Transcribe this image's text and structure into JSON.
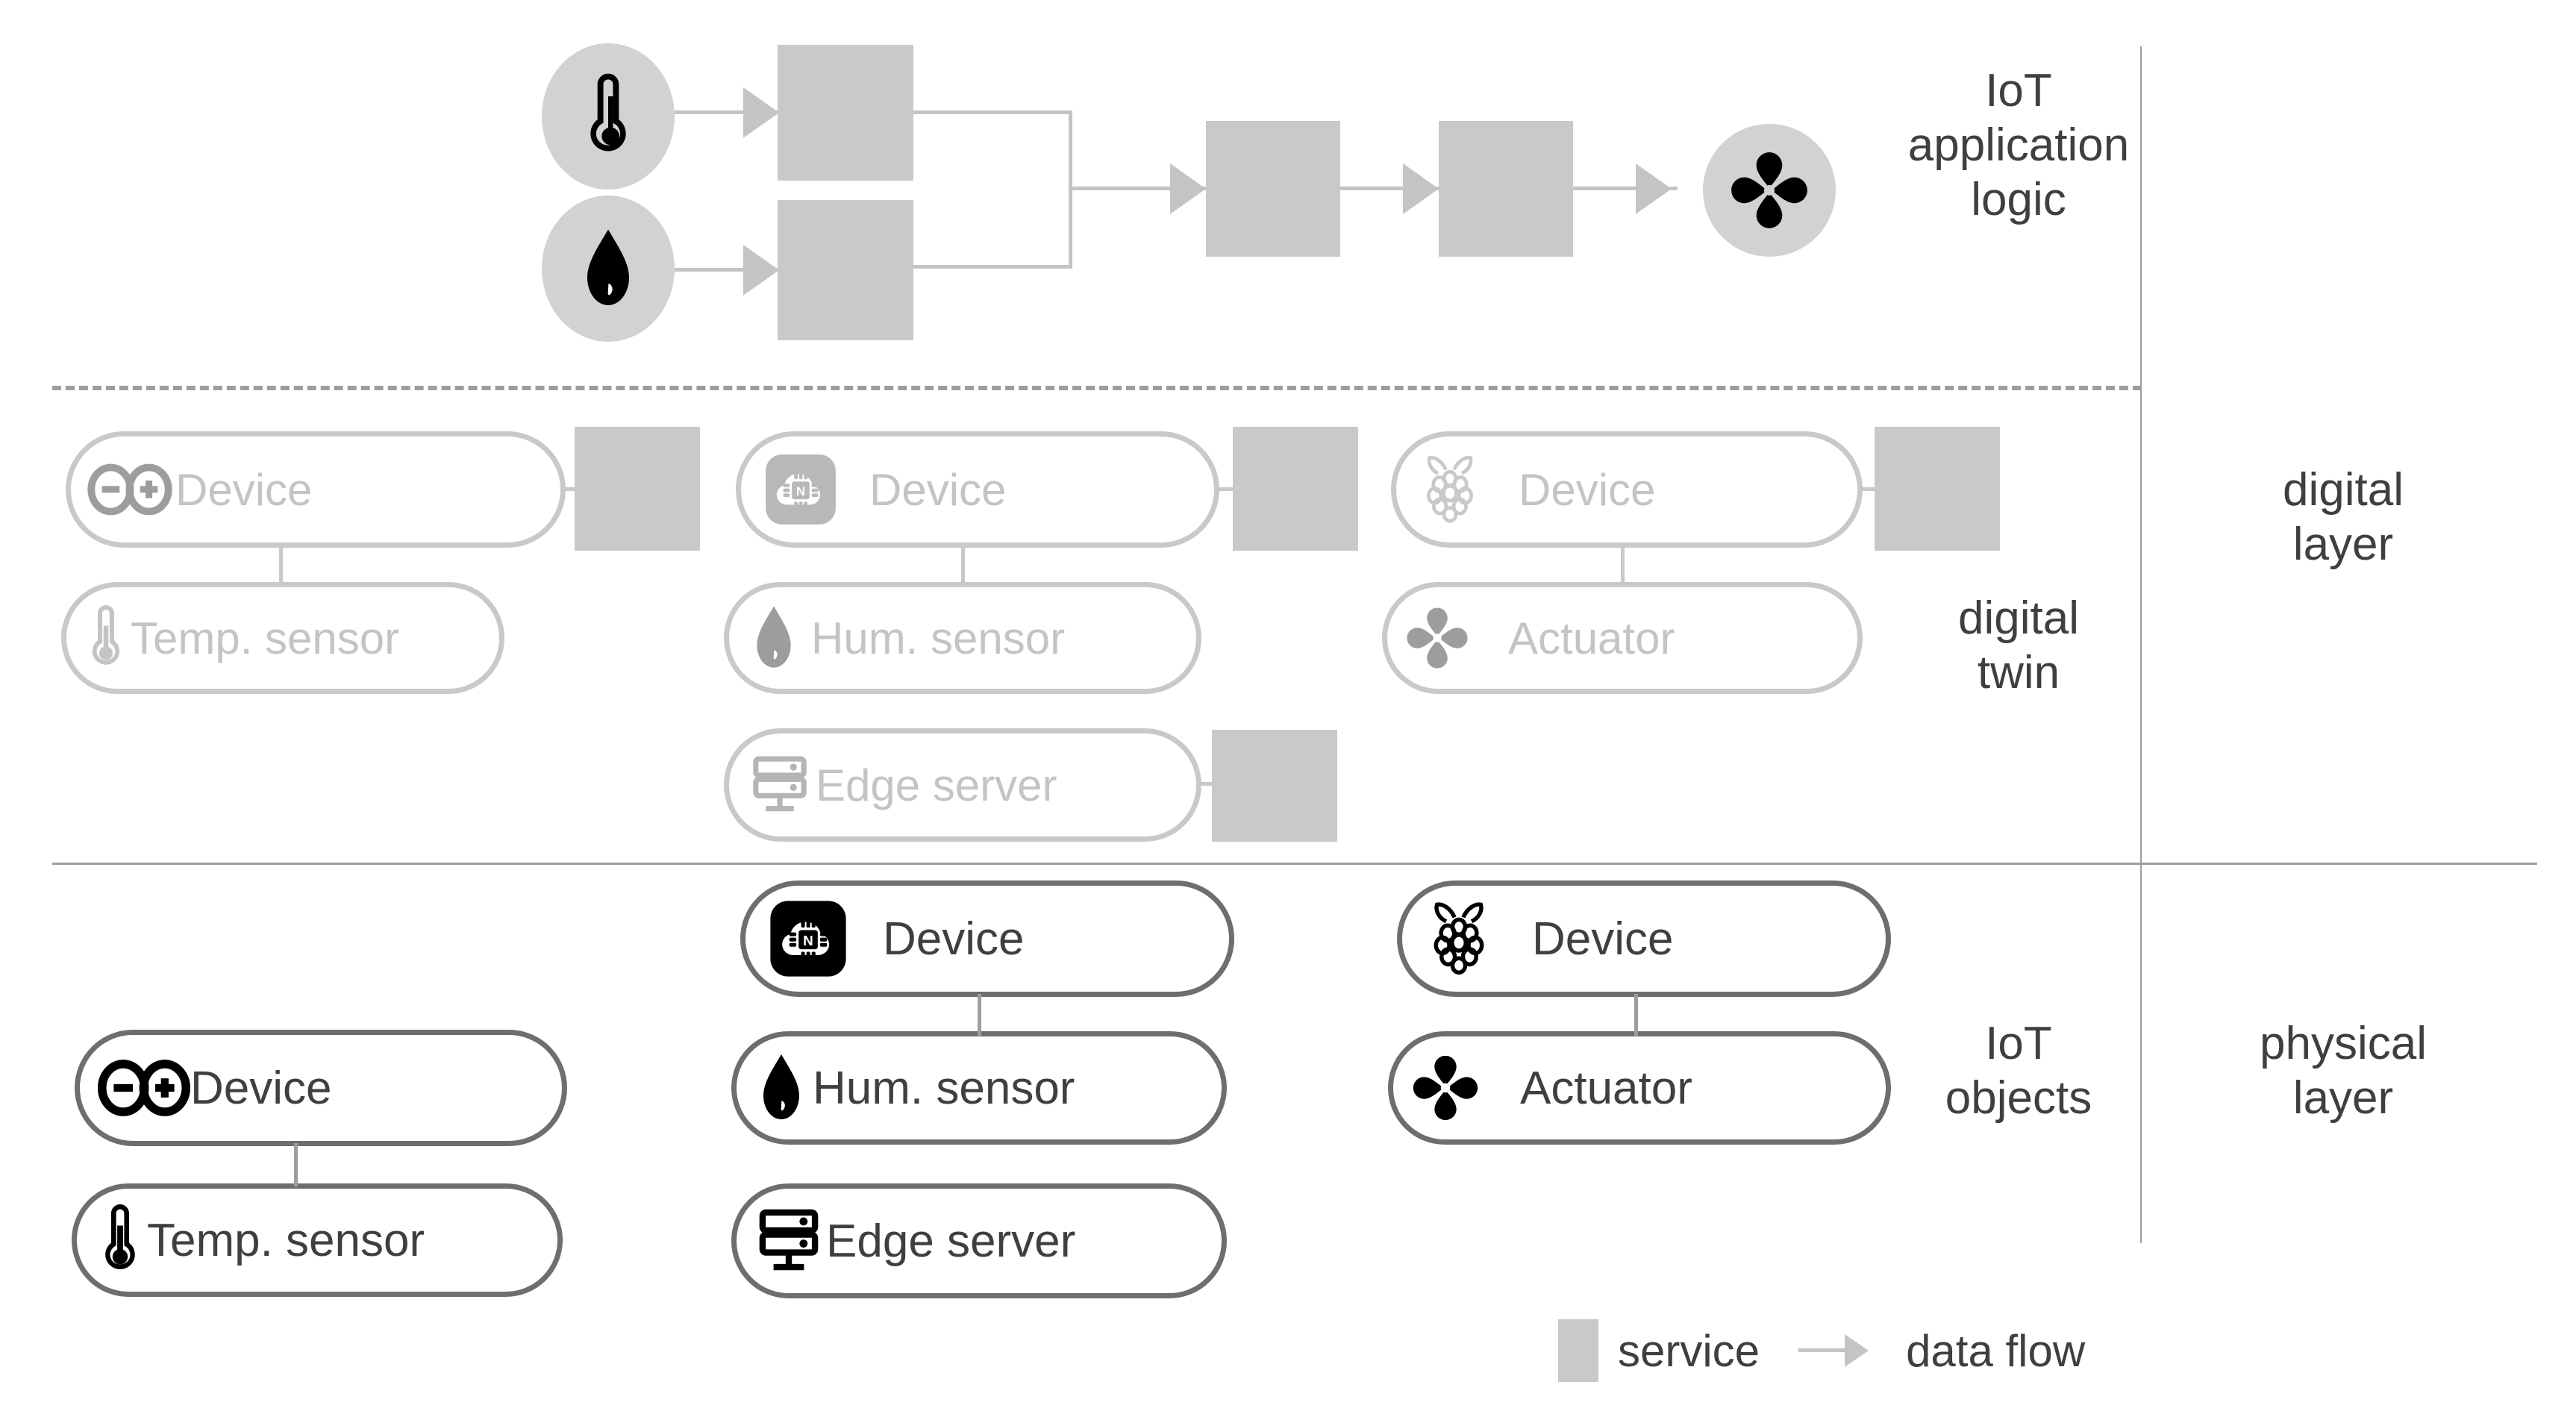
{
  "diagram": {
    "title": "IoT digital twin layered architecture",
    "colors": {
      "service_fill": "#c9c9c9",
      "connector": "#c4c4c4",
      "node_border": "#6e6e6e",
      "ghost_border": "#c9c9c9",
      "text": "#3f3f3f",
      "ghost_text": "#c4c4c4",
      "icon_black": "#000000",
      "icon_circle_bg": "#d2d2d2",
      "divider": "#9d9d9d"
    }
  },
  "side_labels": {
    "inner": [
      {
        "lines": [
          "IoT",
          "application",
          "logic"
        ]
      },
      {
        "lines": [
          "digital",
          "twin"
        ]
      },
      {
        "lines": [
          "IoT",
          "objects"
        ]
      }
    ],
    "outer": [
      {
        "lines": [
          "digital",
          "layer"
        ]
      },
      {
        "lines": [
          "physical",
          "layer"
        ]
      }
    ]
  },
  "app_logic_layer": {
    "sources": [
      {
        "icon": "thermometer-icon",
        "name": "temperature-source"
      },
      {
        "icon": "water-drop-icon",
        "name": "humidity-source"
      }
    ],
    "services": [
      {
        "name": "service-box-temp"
      },
      {
        "name": "service-box-hum"
      },
      {
        "name": "service-box-merge"
      },
      {
        "name": "service-box-decide"
      }
    ],
    "sink": {
      "icon": "fan-icon",
      "name": "actuator-sink"
    }
  },
  "digital_layer": {
    "groups": [
      {
        "name": "group-arduino",
        "nodes": [
          {
            "label": "Device",
            "icon": "arduino-infinity-icon",
            "has_service": true
          },
          {
            "label": "Temp. sensor",
            "icon": "thermometer-icon",
            "has_service": false
          }
        ]
      },
      {
        "name": "group-chip",
        "nodes": [
          {
            "label": "Device",
            "icon": "chip-cloud-icon",
            "has_service": true
          },
          {
            "label": "Hum. sensor",
            "icon": "water-drop-icon",
            "has_service": false
          },
          {
            "label": "Edge server",
            "icon": "server-icon",
            "has_service": true
          }
        ]
      },
      {
        "name": "group-raspberrypi",
        "nodes": [
          {
            "label": "Device",
            "icon": "raspberry-pi-icon",
            "has_service": true
          },
          {
            "label": "Actuator",
            "icon": "fan-icon",
            "has_service": false
          }
        ]
      }
    ]
  },
  "physical_layer": {
    "groups": [
      {
        "name": "group-arduino",
        "nodes": [
          {
            "label": "Device",
            "icon": "arduino-infinity-icon"
          },
          {
            "label": "Temp. sensor",
            "icon": "thermometer-icon"
          }
        ]
      },
      {
        "name": "group-chip",
        "nodes": [
          {
            "label": "Device",
            "icon": "chip-cloud-icon"
          },
          {
            "label": "Hum. sensor",
            "icon": "water-drop-icon"
          },
          {
            "label": "Edge server",
            "icon": "server-icon"
          }
        ]
      },
      {
        "name": "group-raspberrypi",
        "nodes": [
          {
            "label": "Device",
            "icon": "raspberry-pi-icon"
          },
          {
            "label": "Actuator",
            "icon": "fan-icon"
          }
        ]
      }
    ]
  },
  "legend": {
    "service_label": "service",
    "dataflow_label": "data flow"
  }
}
